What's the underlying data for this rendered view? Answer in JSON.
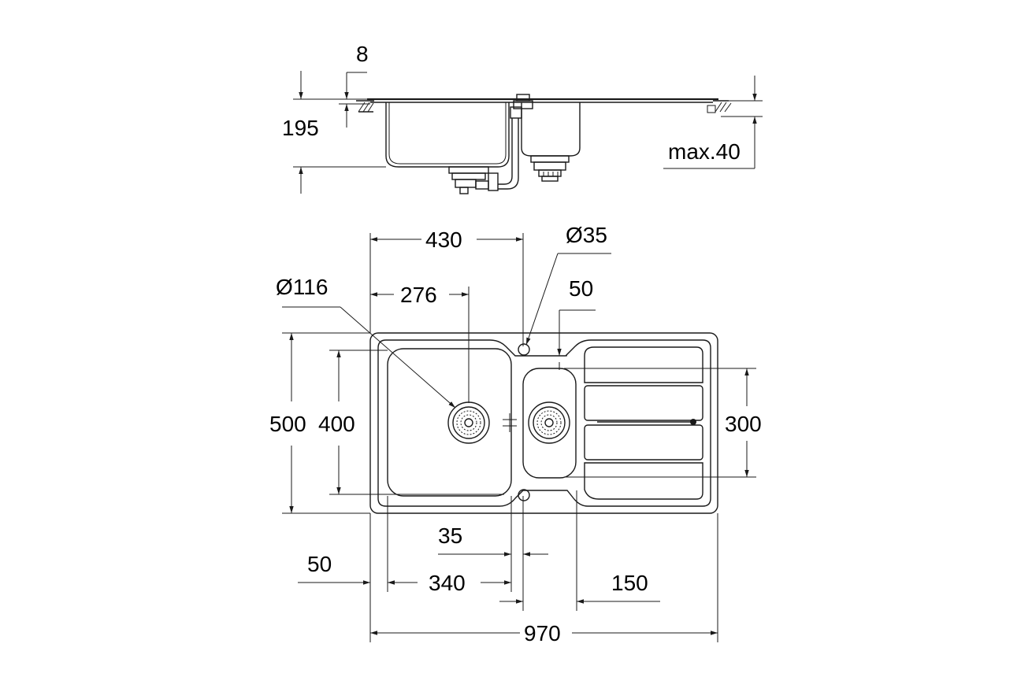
{
  "dimensions": {
    "gap_top": "8",
    "bowl_depth": "195",
    "max_thickness": "max.40",
    "center_to_center": "430",
    "tap_hole": "Ø35",
    "waste_diameter": "Ø116",
    "waste_offset": "276",
    "tap_offset": "50",
    "total_depth": "500",
    "main_bowl_depth": "400",
    "small_bowl_depth": "300",
    "bowl_gap": "35",
    "edge_offset": "50",
    "main_bowl_width": "340",
    "drainer_offset": "150",
    "total_width": "970"
  }
}
